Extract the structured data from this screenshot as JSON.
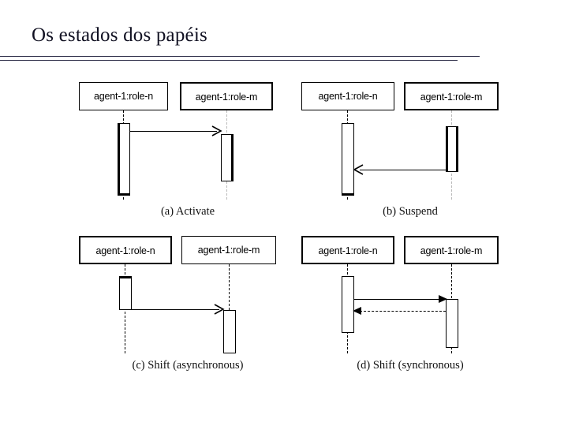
{
  "slide": {
    "title": "Os estados dos papéis",
    "rule_color": "#33334d",
    "background": "#ffffff"
  },
  "diagrams": [
    {
      "id": "a",
      "caption": "(a) Activate",
      "left_object": "agent-1:role-n",
      "right_object": "agent-1:role-m",
      "left_lifeline_color": "#000000",
      "right_lifeline_color": "#b9b9b9",
      "messages": [
        {
          "label": "",
          "direction": "right",
          "style": "solid",
          "head": "open"
        }
      ]
    },
    {
      "id": "b",
      "caption": "(b) Suspend",
      "left_object": "agent-1:role-n",
      "right_object": "agent-1:role-m",
      "left_lifeline_color": "#000000",
      "right_lifeline_color": "#b9b9b9",
      "messages": [
        {
          "label": "",
          "direction": "left",
          "style": "solid",
          "head": "open"
        }
      ]
    },
    {
      "id": "c",
      "caption": "(c) Shift (asynchronous)",
      "left_object": "agent-1:role-n",
      "right_object": "agent-1:role-m",
      "left_lifeline_color": "#000000",
      "right_lifeline_color": "#000000",
      "messages": [
        {
          "label": "",
          "direction": "right",
          "style": "solid",
          "head": "open"
        }
      ]
    },
    {
      "id": "d",
      "caption": "(d) Shift (synchronous)",
      "left_object": "agent-1:role-n",
      "right_object": "agent-1:role-m",
      "left_lifeline_color": "#000000",
      "right_lifeline_color": "#000000",
      "messages": [
        {
          "label": "",
          "direction": "right",
          "style": "solid",
          "head": "filled"
        },
        {
          "label": "",
          "direction": "left",
          "style": "dashed",
          "head": "filled"
        }
      ]
    }
  ]
}
